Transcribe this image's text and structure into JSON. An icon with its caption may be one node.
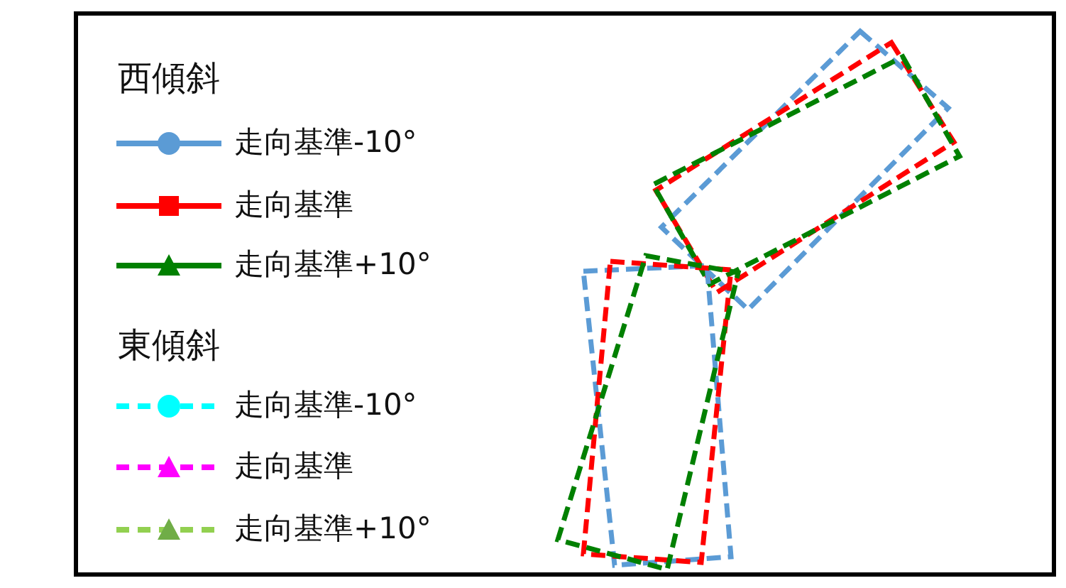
{
  "diagram": {
    "labels": [
      "西傾斜",
      "東傾斜"
    ],
    "legend": [
      {
        "text": "走向基準-10°"
      },
      {
        "text": "走向基準"
      },
      {
        "text": "走向基準+10°"
      },
      {
        "text": "走向基準-10°"
      },
      {
        "text": "走向基準"
      },
      {
        "text": "走向基準+10°"
      }
    ]
  }
}
